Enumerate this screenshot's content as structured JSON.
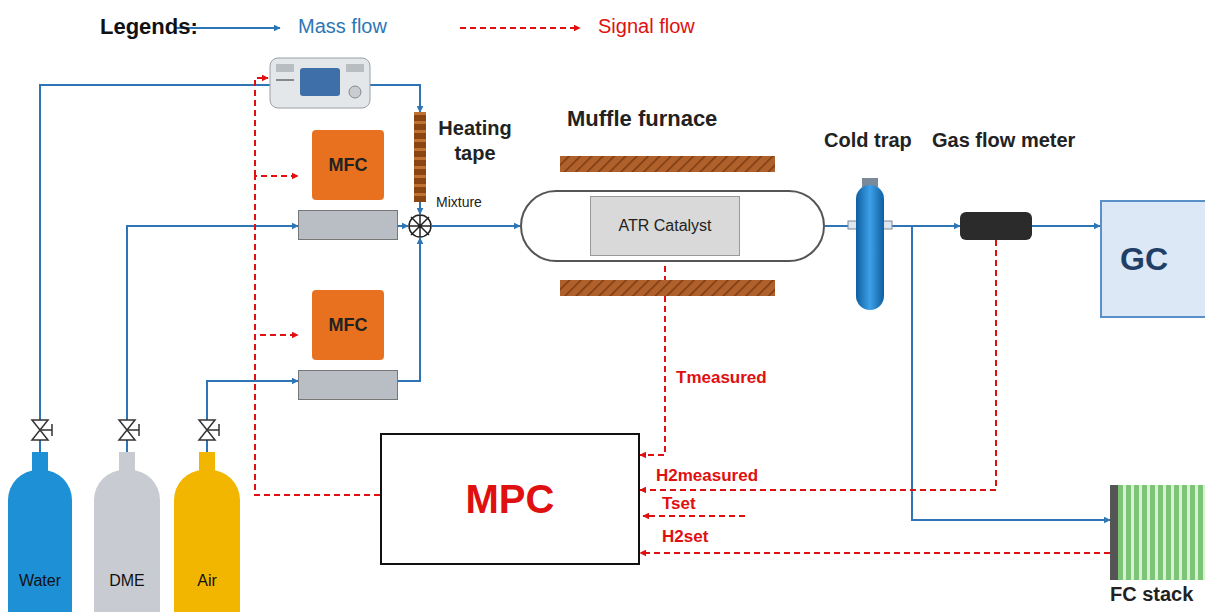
{
  "diagram": {
    "nodes": [
      {
        "text": [
          "MFC"
        ]
      },
      {
        "text": [
          "MFC"
        ]
      },
      {
        "text": [
          "Heating tape"
        ]
      },
      {
        "text": [
          "Mixture"
        ]
      },
      {
        "text": [
          "Muffle furnace"
        ]
      },
      {
        "text": [
          "ATR Catalyst"
        ],
        "in": 4
      },
      {
        "text": [
          "Cold trap"
        ]
      },
      {
        "text": [
          "Gas flow meter"
        ]
      },
      {
        "text": [
          "GC"
        ]
      },
      {
        "text": [
          "MPC"
        ]
      },
      {
        "text": [
          "FC stack"
        ]
      },
      {
        "text": [
          "Water"
        ]
      },
      {
        "text": [
          "DME"
        ]
      },
      {
        "text": [
          "Air"
        ]
      }
    ],
    "edges": [
      {
        "from": 11,
        "to": 2,
        "arrow": "to"
      },
      {
        "from": 12,
        "to": 0,
        "arrow": "to"
      },
      {
        "from": 13,
        "to": 1,
        "arrow": "to"
      },
      {
        "from": 2,
        "to": 3,
        "arrow": "to"
      },
      {
        "from": 0,
        "to": 3,
        "arrow": "to"
      },
      {
        "from": 1,
        "to": 3,
        "arrow": "to"
      },
      {
        "from": 3,
        "to": 4,
        "arrow": "to"
      },
      {
        "from": 4,
        "to": 6,
        "arrow": "to"
      },
      {
        "from": 6,
        "to": 7,
        "arrow": "to"
      },
      {
        "from": 7,
        "to": 8,
        "arrow": "to"
      },
      {
        "from": 6,
        "to": 10,
        "arrow": "to"
      },
      {
        "from": 5,
        "to": 9,
        "arrow": "to"
      },
      {
        "from": 7,
        "to": 9,
        "arrow": "to"
      },
      {
        "from": 10,
        "to": 9,
        "arrow": "to"
      },
      {
        "from": 9,
        "to": 0,
        "arrow": "to"
      },
      {
        "from": 9,
        "to": 1,
        "arrow": "to"
      }
    ],
    "labels": [
      "Legends:",
      "Tmeasured",
      "H2measured",
      "Tset",
      "H2set"
    ],
    "legend": [
      {
        "text": "Mass flow"
      },
      {
        "text": "Signal flow"
      }
    ]
  }
}
